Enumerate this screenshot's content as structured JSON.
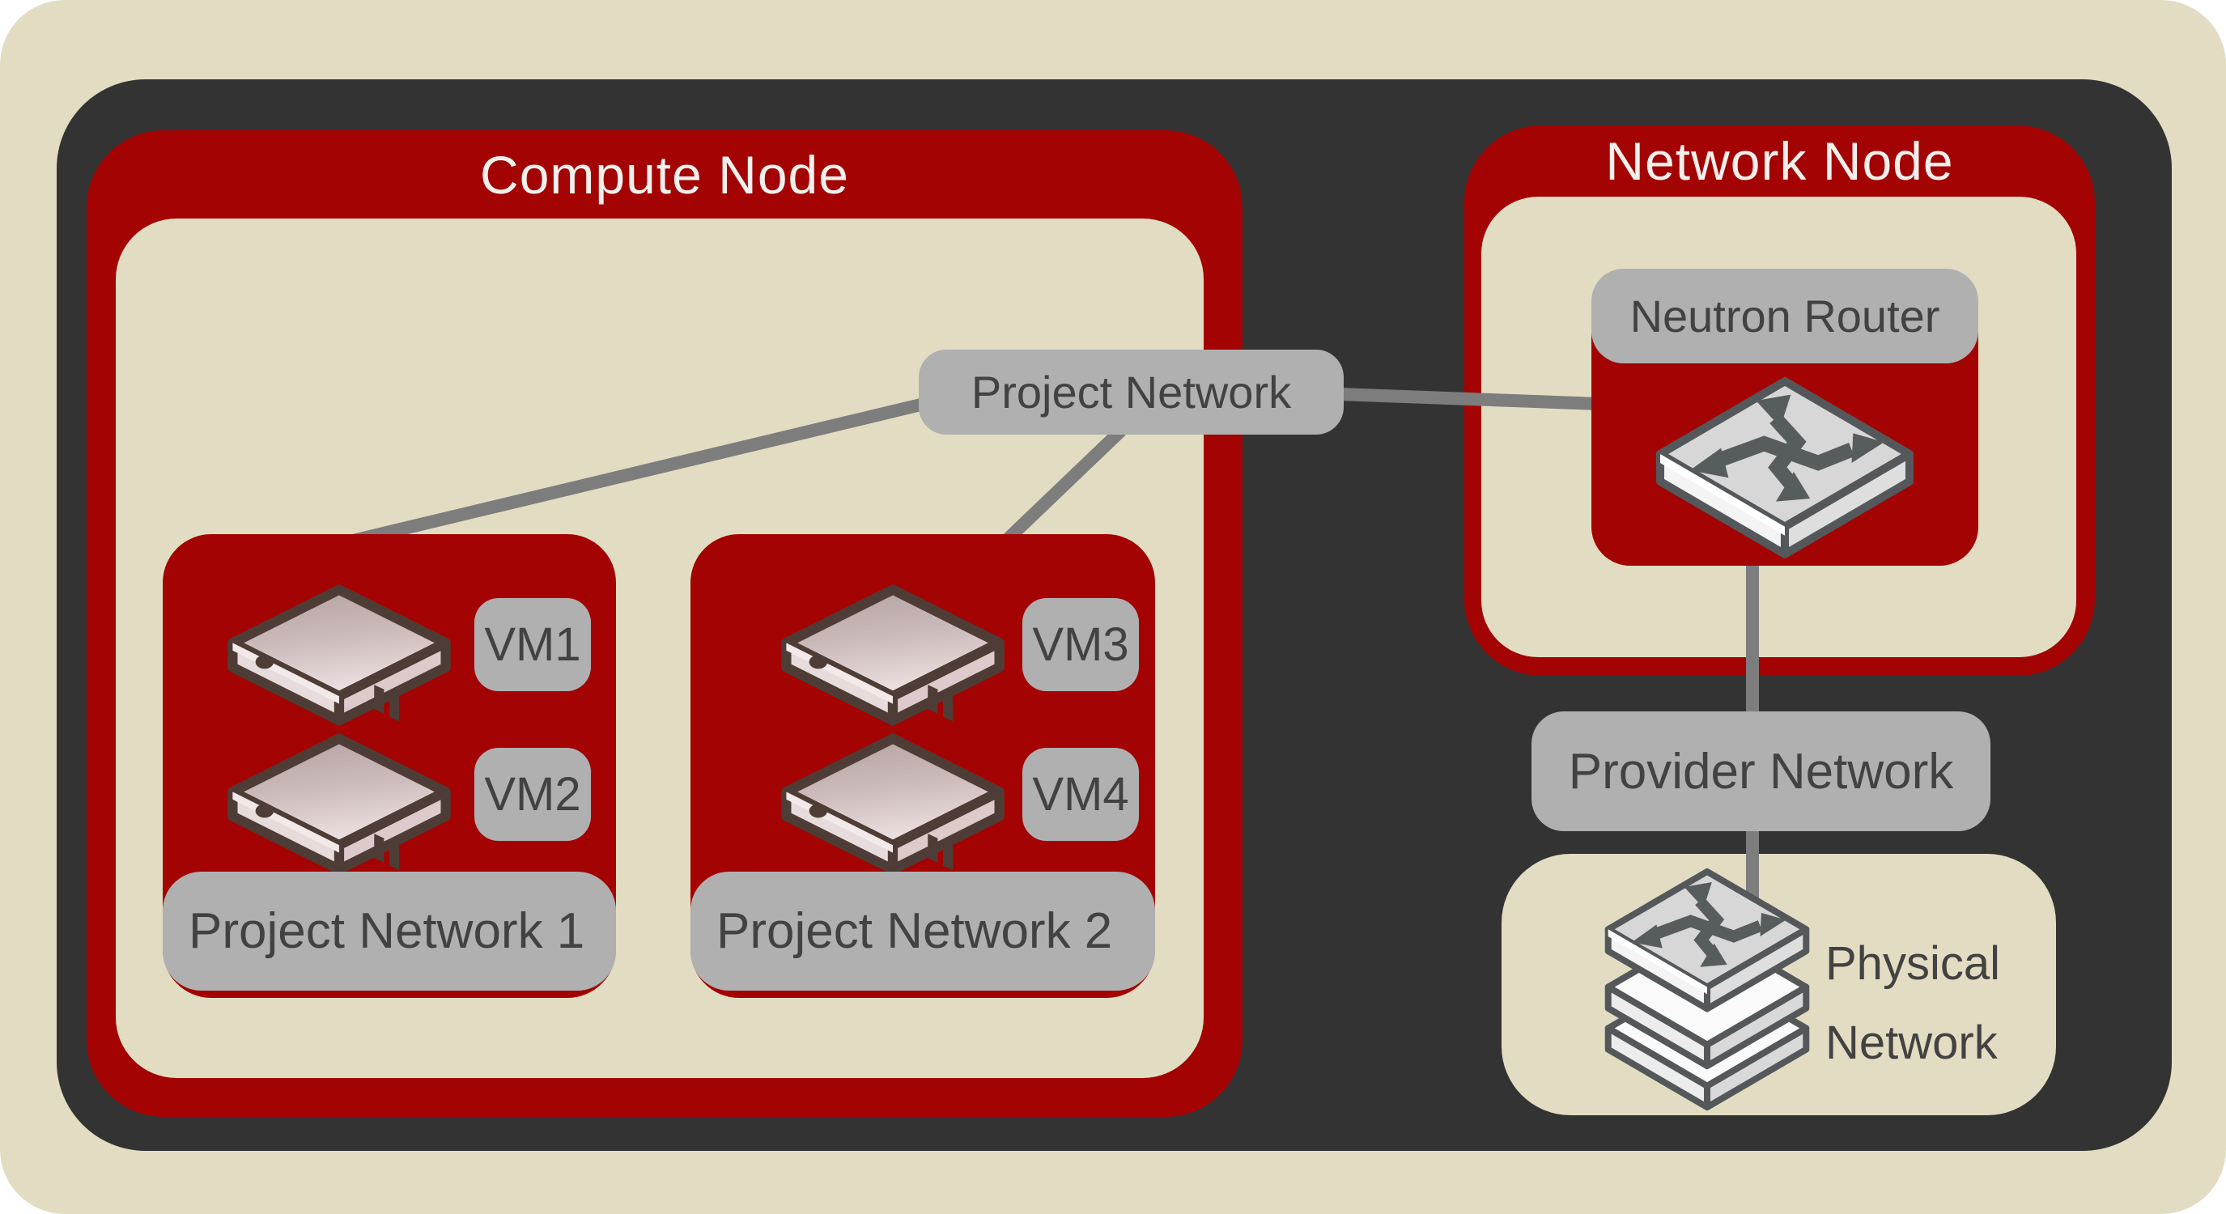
{
  "colors": {
    "background": "#ffffff",
    "canvas_beige": "#e2ddc2",
    "panel_dark": "#333333",
    "node_red": "#a30303",
    "label_gray": "#b0b0b0",
    "label_text": "#424242",
    "title_text": "#f2f0ec",
    "connector_line": "#7d7d7d"
  },
  "compute_node": {
    "title": "Compute Node",
    "project_networks": [
      {
        "label": "Project Network 1",
        "vms": [
          {
            "name": "VM1"
          },
          {
            "name": "VM2"
          }
        ]
      },
      {
        "label": "Project Network 2",
        "vms": [
          {
            "name": "VM3"
          },
          {
            "name": "VM4"
          }
        ]
      }
    ]
  },
  "network_node": {
    "title": "Network Node",
    "router_label": "Neutron Router"
  },
  "connectors": {
    "project_network_label": "Project Network",
    "provider_network_label": "Provider Network"
  },
  "physical_network": {
    "line1": "Physical",
    "line2": "Network"
  },
  "icons": {
    "vm_icon": "vm-server-icon",
    "router_icon": "network-switch-icon",
    "physical_icon": "switch-stack-icon"
  }
}
